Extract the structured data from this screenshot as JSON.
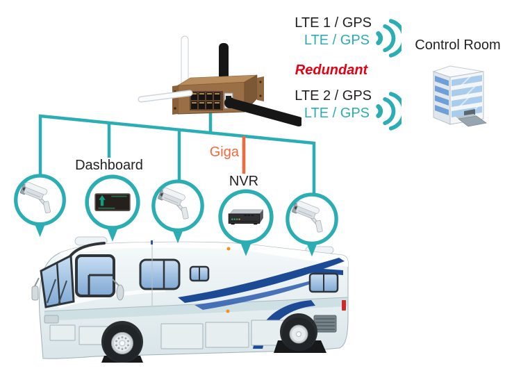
{
  "diagram_type": "vehicle-network-topology",
  "colors": {
    "teal_accent": "#2BAEB3",
    "orange_accent": "#F2683C",
    "red_accent": "#E60014",
    "text_black": "#231F20",
    "navy_stripe": "#1D4A94",
    "router_bronze": "#9A6F45"
  },
  "uplinks": {
    "lte1_label": "LTE 1 / GPS",
    "lte1_wireless_label": "LTE / GPS",
    "redundant_label": "Redundant",
    "lte2_label": "LTE 2 / GPS",
    "lte2_wireless_label": "LTE / GPS",
    "signal_icon": "signal-waves-icon"
  },
  "control_room": {
    "label": "Control Room",
    "icon": "office-building-icon"
  },
  "router": {
    "icon": "cellular-router-device",
    "uplink_port_label": "Giga"
  },
  "callouts": [
    {
      "icon": "cctv-camera-icon",
      "label": ""
    },
    {
      "icon": "dashboard-display-icon",
      "label": "Dashboard"
    },
    {
      "icon": "cctv-camera-icon",
      "label": ""
    },
    {
      "icon": "nvr-device-icon",
      "label": "NVR"
    },
    {
      "icon": "cctv-camera-icon",
      "label": ""
    }
  ],
  "vehicle": {
    "icon": "rv-bus-illustration"
  }
}
